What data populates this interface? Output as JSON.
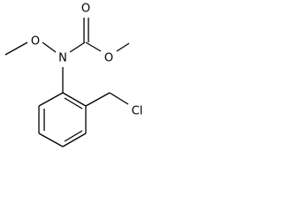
{
  "molecule": {
    "atoms": {
      "nitrogen": "N",
      "carbonyl_oxygen": "O",
      "ester_oxygen": "O",
      "methoxy_oxygen": "O",
      "chlorine": "Cl"
    }
  }
}
